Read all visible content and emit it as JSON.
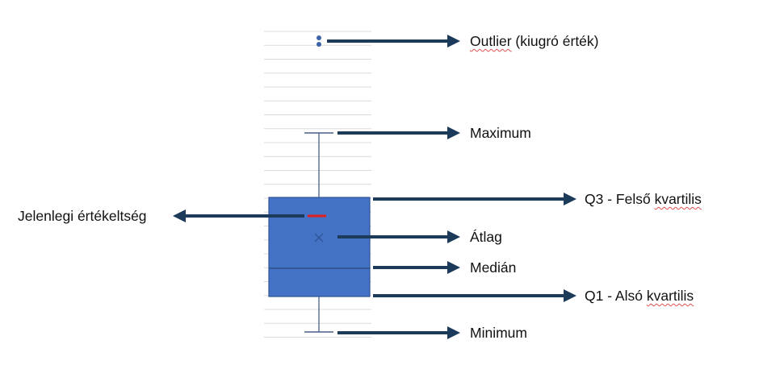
{
  "colors": {
    "box": "#4472c4",
    "box_edge": "#2f5597",
    "arrow": "#1c3a5a",
    "current": "#e02020",
    "grid": "#d9d9d9"
  },
  "labels": {
    "outlier": {
      "word": "Outlier",
      "rest": " (kiugró érték)"
    },
    "maximum": "Maximum",
    "q3": {
      "prefix": "Q3 - Felső ",
      "word": "kvartilis"
    },
    "current": "Jelenlegi értékeltség",
    "mean": "Átlag",
    "median": "Medián",
    "q1": {
      "prefix": "Q1 - Alsó ",
      "word": "kvartilis"
    },
    "minimum": "Minimum"
  }
}
